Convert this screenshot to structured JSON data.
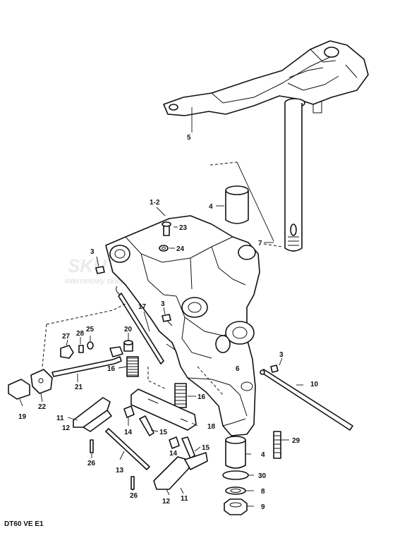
{
  "watermark": {
    "line1": "SKUTERMOTO.PL",
    "line2": "internetowy sklep motocyklowy"
  },
  "footer_code": "DT60 VE E1",
  "labels": {
    "l5": "5",
    "l4a": "4",
    "l12": "1-2",
    "l23": "23",
    "l24": "24",
    "l7": "7",
    "l3a": "3",
    "l17": "17",
    "l3b": "3",
    "l27": "27",
    "l28": "28",
    "l25": "25",
    "l20": "20",
    "l6": "6",
    "l3c": "3",
    "l10": "10",
    "l16a": "16",
    "l16b": "16",
    "l21": "21",
    "l19": "19",
    "l22": "22",
    "l11a": "11",
    "l12a": "12",
    "l14a": "14",
    "l15a": "15",
    "l18": "18",
    "l29": "29",
    "l14b": "14",
    "l15b": "15",
    "l4b": "4",
    "l26a": "26",
    "l13": "13",
    "l30": "30",
    "l8": "8",
    "l26b": "26",
    "l12b": "12",
    "l11b": "11",
    "l9": "9"
  }
}
